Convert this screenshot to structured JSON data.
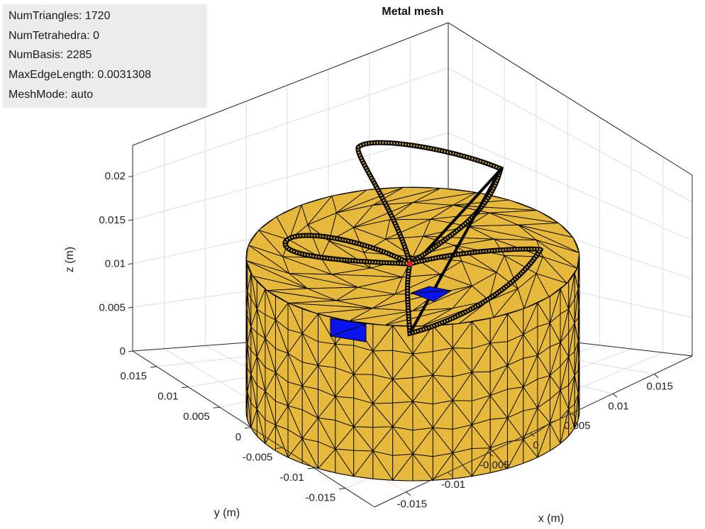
{
  "title": "Metal mesh",
  "info": {
    "num_triangles": "NumTriangles: 1720",
    "num_tetrahedra": "NumTetrahedra: 0",
    "num_basis": "NumBasis: 2285",
    "max_edge_length": "MaxEdgeLength: 0.0031308",
    "mesh_mode": "MeshMode: auto"
  },
  "axes": {
    "xlabel": "x (m)",
    "ylabel": "y (m)",
    "zlabel": "z (m)",
    "z_ticks": [
      "0",
      "0.005",
      "0.01",
      "0.015",
      "0.02"
    ],
    "y_ticks": [
      "0.015",
      "0.01",
      "0.005",
      "0",
      "-0.005",
      "-0.01",
      "-0.015"
    ],
    "x_ticks": [
      "-0.015",
      "-0.01",
      "-0.005",
      "0",
      "0.005",
      "0.01",
      "0.015"
    ]
  },
  "colors": {
    "metal": "#e6b83c",
    "edge": "#000000",
    "feed": "#0a14f0",
    "feed_point": "#d42020",
    "grid": "#dcdcdc",
    "box": "#262626"
  }
}
